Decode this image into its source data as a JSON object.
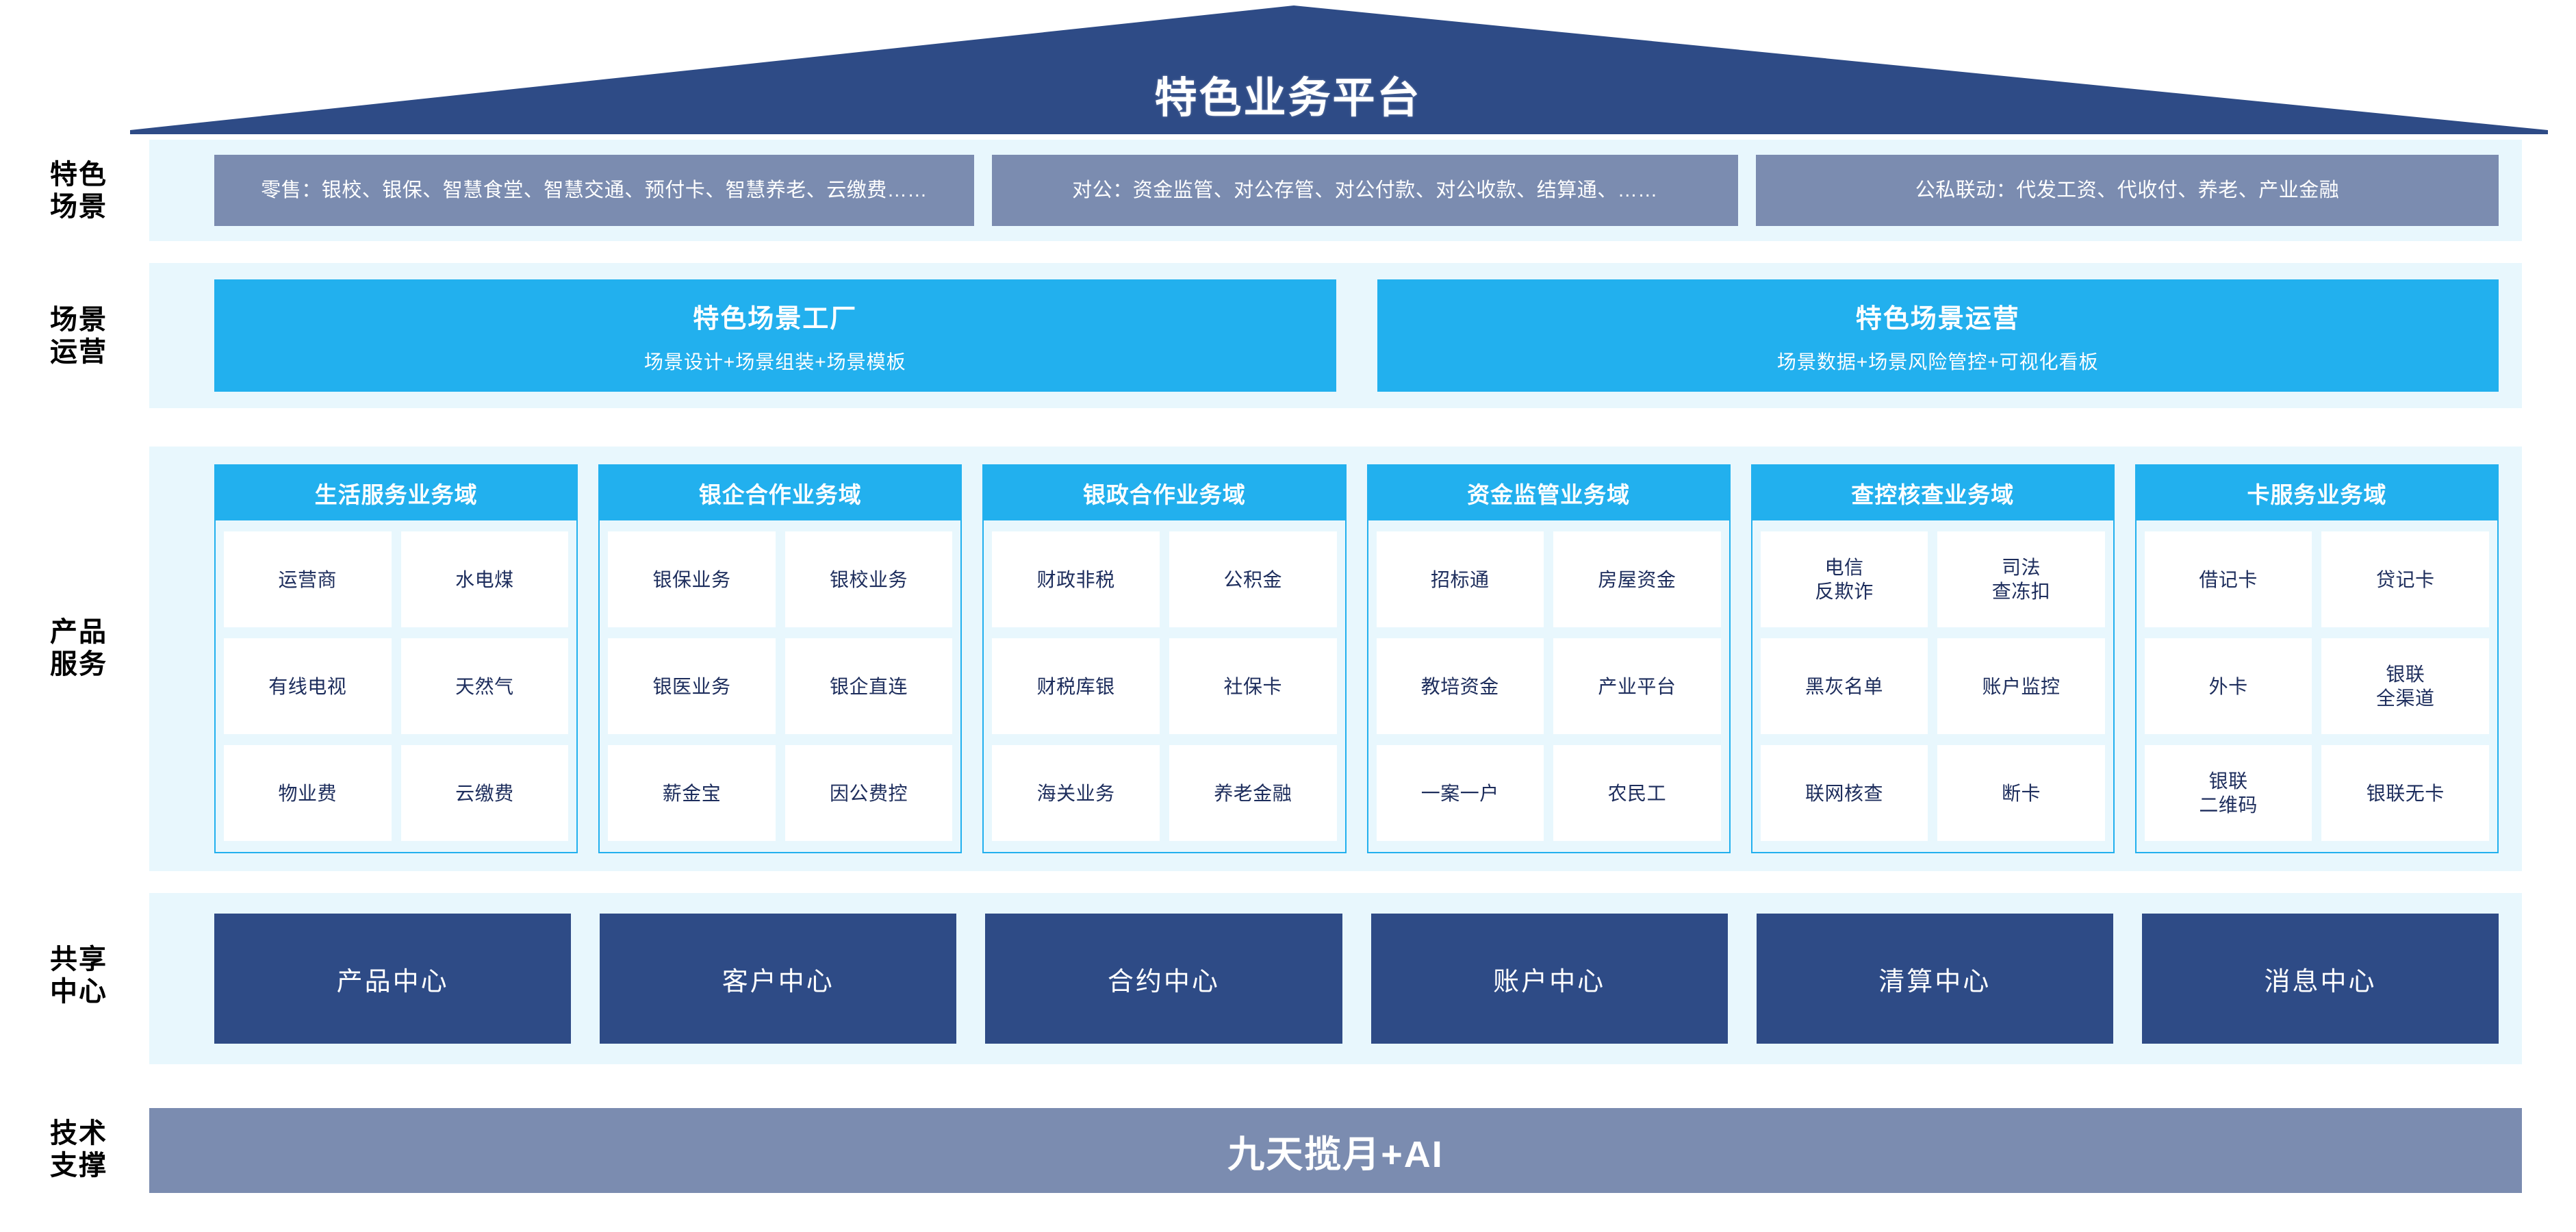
{
  "header": {
    "title": "特色业务平台",
    "banner_color": "#2e4b86"
  },
  "rows": {
    "scenes": {
      "label": "特色\n场景"
    },
    "operations": {
      "label": "场景\n运营"
    },
    "products": {
      "label": "产品\n服务"
    },
    "shared": {
      "label": "共享\n中心"
    },
    "tech": {
      "label": "技术\n支撑"
    }
  },
  "scene_boxes": [
    {
      "text": "零售：银校、银保、智慧食堂、智慧交通、预付卡、智慧养老、云缴费……"
    },
    {
      "text": "对公：资金监管、对公存管、对公付款、对公收款、结算通、……"
    },
    {
      "text": "公私联动：代发工资、代收付、养老、产业金融"
    }
  ],
  "operation_boxes": [
    {
      "title": "特色场景工厂",
      "subtitle": "场景设计+场景组装+场景模板"
    },
    {
      "title": "特色场景运营",
      "subtitle": "场景数据+场景风险管控+可视化看板"
    }
  ],
  "product_domains": [
    {
      "title": "生活服务业务域",
      "tiles": [
        "运营商",
        "水电煤",
        "有线电视",
        "天然气",
        "物业费",
        "云缴费"
      ]
    },
    {
      "title": "银企合作业务域",
      "tiles": [
        "银保业务",
        "银校业务",
        "银医业务",
        "银企直连",
        "薪金宝",
        "因公费控"
      ]
    },
    {
      "title": "银政合作业务域",
      "tiles": [
        "财政非税",
        "公积金",
        "财税库银",
        "社保卡",
        "海关业务",
        "养老金融"
      ]
    },
    {
      "title": "资金监管业务域",
      "tiles": [
        "招标通",
        "房屋资金",
        "教培资金",
        "产业平台",
        "一案一户",
        "农民工"
      ]
    },
    {
      "title": "查控核查业务域",
      "tiles": [
        "电信\n反欺诈",
        "司法\n查冻扣",
        "黑灰名单",
        "账户监控",
        "联网核查",
        "断卡"
      ]
    },
    {
      "title": "卡服务业务域",
      "tiles": [
        "借记卡",
        "贷记卡",
        "外卡",
        "银联\n全渠道",
        "银联\n二维码",
        "银联无卡"
      ]
    }
  ],
  "shared_centers": [
    "产品中心",
    "客户中心",
    "合约中心",
    "账户中心",
    "清算中心",
    "消息中心"
  ],
  "tech_support": {
    "title": "九天揽月+AI"
  },
  "colors": {
    "dark_blue": "#2e4b86",
    "slate_blue": "#7b8cb0",
    "cyan": "#22b0ee",
    "pale_cyan": "#e8f7fd",
    "tile_text": "#1d2d5c"
  }
}
